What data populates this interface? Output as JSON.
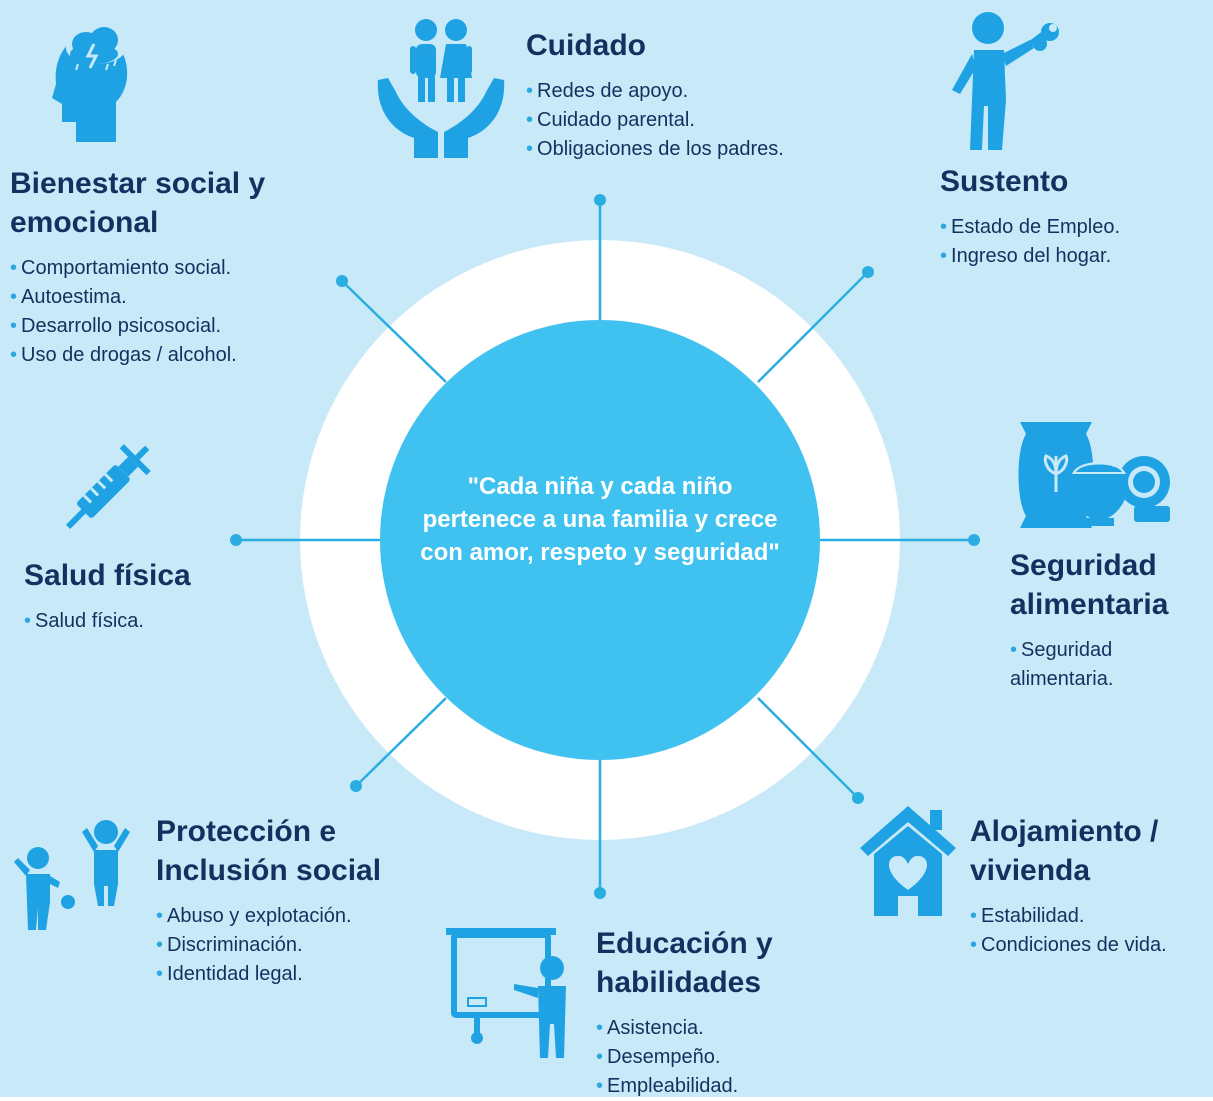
{
  "colors": {
    "background": "#c8e9f8",
    "ring": "#ffffff",
    "core": "#40c2f0",
    "accent": "#1fa2e3",
    "text": "#14305f"
  },
  "center_quote": "\"Cada niña y cada niño pertenece a una familia y crece con amor, respeto y seguridad\"",
  "categories": [
    {
      "id": "bienestar",
      "title": "Bienestar social y emocional",
      "icon": "head-storm-icon",
      "bullets": [
        "Comportamiento social.",
        "Autoestima.",
        "Desarrollo psicosocial.",
        "Uso de drogas / alcohol."
      ]
    },
    {
      "id": "cuidado",
      "title": "Cuidado",
      "icon": "hands-children-icon",
      "bullets": [
        "Redes de apoyo.",
        "Cuidado parental.",
        "Obligaciones de los padres."
      ]
    },
    {
      "id": "sustento",
      "title": "Sustento",
      "icon": "worker-wrench-icon",
      "bullets": [
        "Estado de Empleo.",
        "Ingreso del hogar."
      ]
    },
    {
      "id": "salud",
      "title": "Salud física",
      "icon": "syringe-icon",
      "bullets": [
        "Salud física."
      ]
    },
    {
      "id": "seguridad",
      "title": "Seguridad alimentaria",
      "icon": "food-sack-bowl-icon",
      "bullets": [
        "Seguridad alimentaria."
      ]
    },
    {
      "id": "proteccion",
      "title": "Protección e Inclusión social",
      "icon": "children-playing-icon",
      "bullets": [
        "Abuso y explotación.",
        "Discriminación.",
        "Identidad legal."
      ]
    },
    {
      "id": "educacion",
      "title": "Educación y habilidades",
      "icon": "teacher-board-icon",
      "bullets": [
        "Asistencia.",
        "Desempeño.",
        "Empleabilidad."
      ]
    },
    {
      "id": "alojamiento",
      "title": "Alojamiento / vivienda",
      "icon": "house-heart-icon",
      "bullets": [
        "Estabilidad.",
        "Condiciones de vida."
      ]
    }
  ]
}
